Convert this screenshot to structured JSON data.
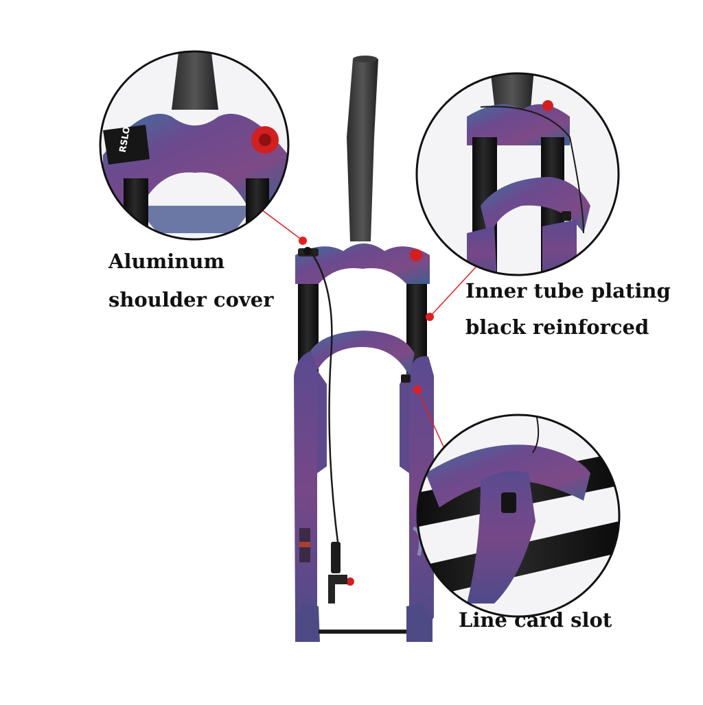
{
  "callouts": {
    "shoulder": {
      "line1": "Aluminum",
      "line2": "shoulder cover"
    },
    "inner_tube": {
      "line1": "Inner tube plating",
      "line2": "black reinforced"
    },
    "line_card": {
      "line1": "Line card slot"
    }
  },
  "knob_text": "RSLO",
  "colors": {
    "background": "#ffffff",
    "frame_purple": "#6b3f86",
    "frame_blue": "#3e6f9a",
    "stanchion": "#151515",
    "callout_red": "#e02020",
    "cap_red": "#d21f1f"
  }
}
